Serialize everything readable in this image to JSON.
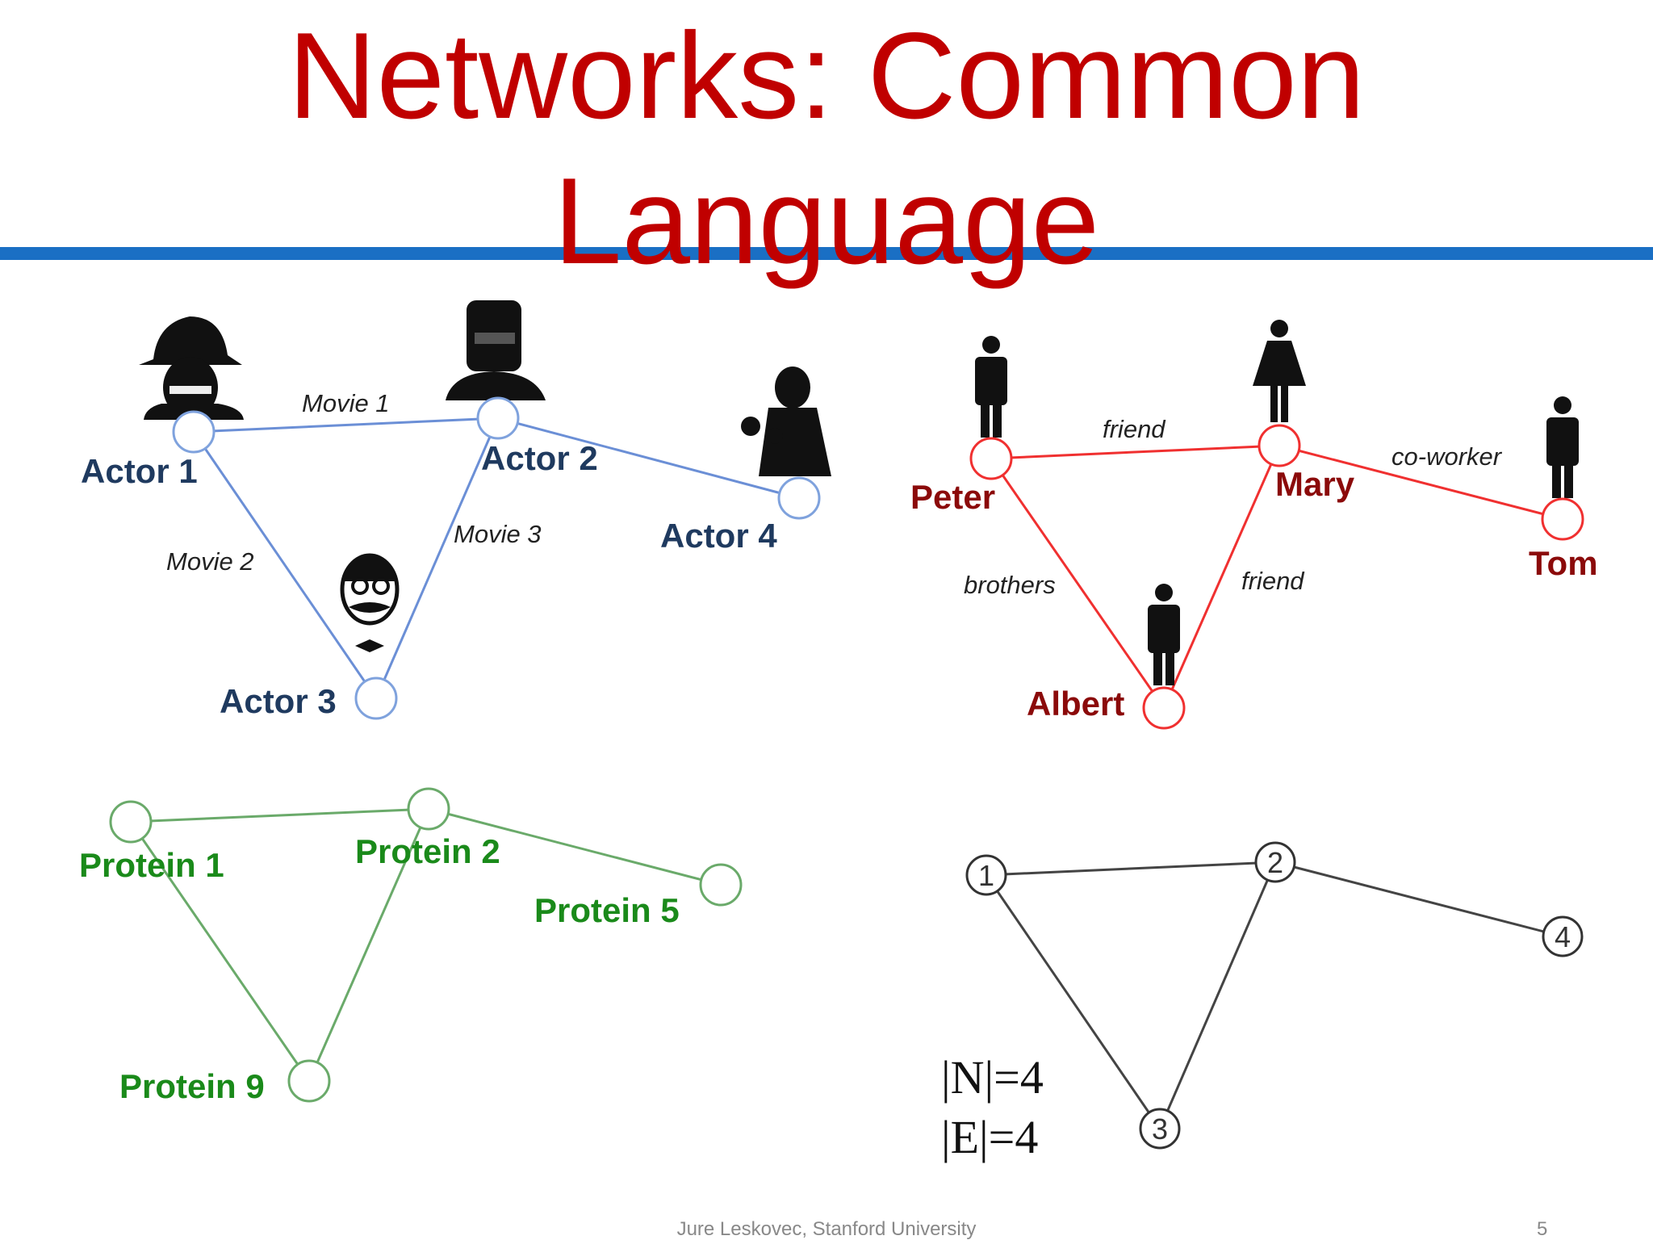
{
  "title": "Networks: Common Language",
  "colors": {
    "title": "#c00000",
    "rule": "#1a6fc4",
    "actor_edge": "#6b8fd6",
    "person_edge": "#f03030",
    "protein_edge": "#6aaa6a",
    "generic_edge": "#444444"
  },
  "actors": {
    "nodes": [
      "Actor 1",
      "Actor 2",
      "Actor 3",
      "Actor 4"
    ],
    "edges": [
      "Movie 1",
      "Movie 2",
      "Movie 3"
    ],
    "pictures": [
      "fedora-man-icon",
      "sunglasses-man-icon",
      "mustache-man-icon",
      "martial-artist-icon"
    ]
  },
  "social": {
    "nodes": [
      "Peter",
      "Mary",
      "Tom",
      "Albert"
    ],
    "edges": [
      "friend",
      "co-worker",
      "brothers",
      "friend"
    ],
    "pictures": [
      "man-icon",
      "woman-icon",
      "man-icon",
      "man-icon"
    ]
  },
  "proteins": {
    "nodes": [
      "Protein 1",
      "Protein 2",
      "Protein 5",
      "Protein 9"
    ]
  },
  "graph": {
    "nodes": [
      "1",
      "2",
      "3",
      "4"
    ],
    "n_label": "|N|=4",
    "e_label": "|E|=4"
  },
  "footer": {
    "author": "Jure Leskovec, Stanford University",
    "page": "5"
  }
}
